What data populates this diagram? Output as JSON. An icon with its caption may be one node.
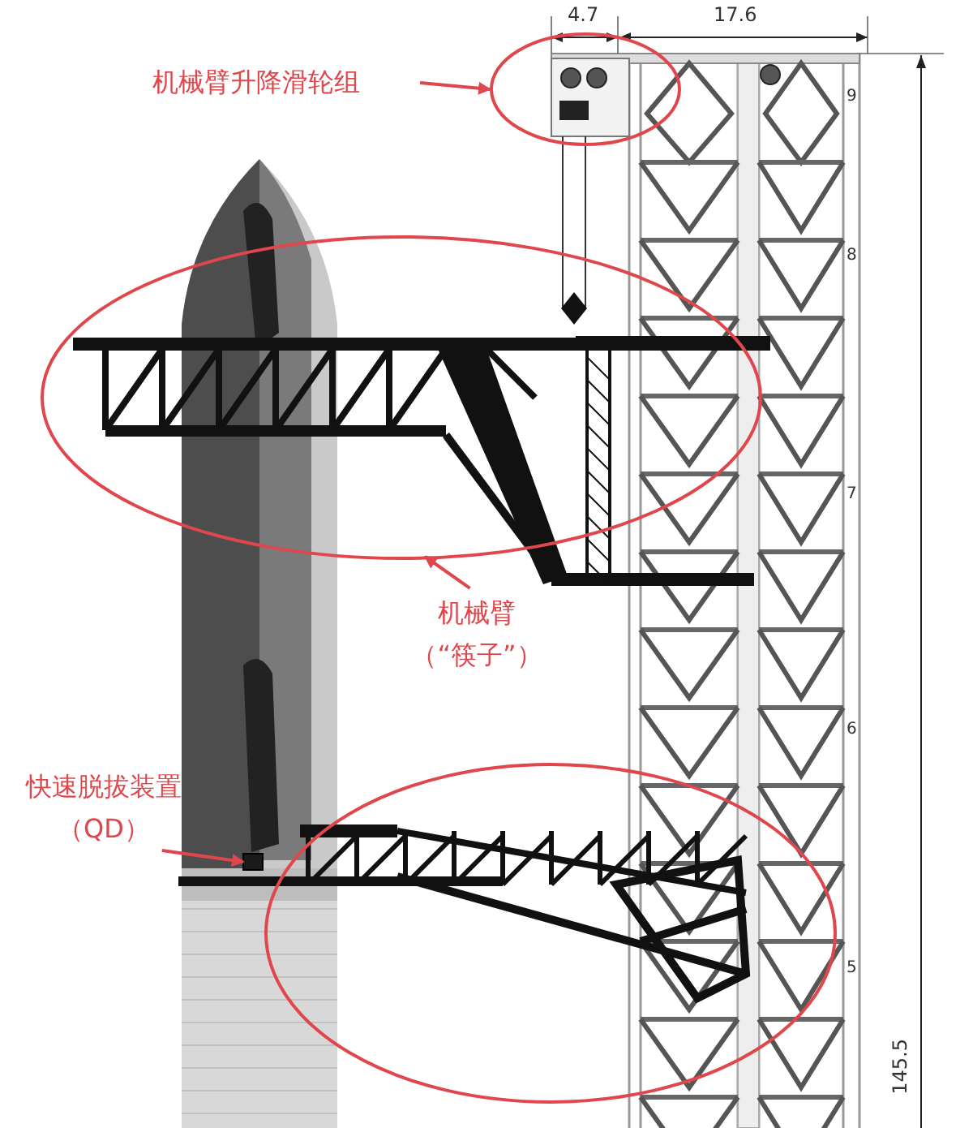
{
  "diagram": {
    "nodes": [
      {
        "text": [
          "机械臂升降滑轮组"
        ]
      },
      {
        "text": [],
        "shape": "circle"
      },
      {
        "text": [],
        "shape": "circle"
      },
      {
        "text": [
          "机械臂（“筷子”）"
        ]
      },
      {
        "text": [
          "快速脱拔装置（QD）"
        ]
      },
      {
        "text": [],
        "shape": "circle"
      },
      {
        "text": [],
        "shape": "box"
      }
    ],
    "edges": [
      {
        "from": 0,
        "to": 1,
        "arrow": "to"
      },
      {
        "from": 3,
        "to": 2,
        "arrow": "to"
      },
      {
        "from": 4,
        "to": 6,
        "arrow": "to"
      }
    ],
    "labels": [
      "4.7",
      "17.6",
      "9",
      "8",
      "7",
      "6",
      "5",
      "145.5"
    ]
  }
}
